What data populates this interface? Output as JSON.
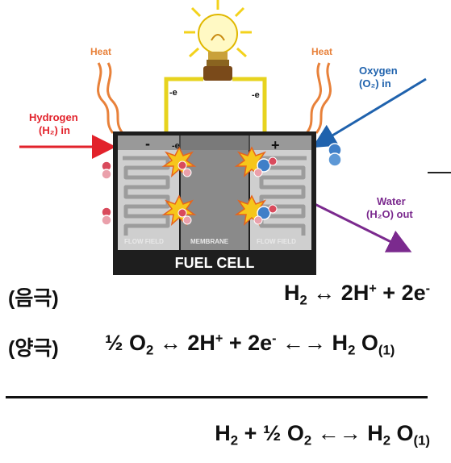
{
  "diagram": {
    "heat_left": "Heat",
    "heat_right": "Heat",
    "hydrogen_line1": "Hydrogen",
    "hydrogen_line2": "(H₂) in",
    "oxygen_line1": "Oxygen",
    "oxygen_line2": "(O₂) in",
    "water_line1": "Water",
    "water_line2": "(H₂O) out",
    "minus_sign": "-",
    "plus_sign": "+",
    "electron_left": "-e",
    "electron_right": "-e",
    "electron_cell": "-e",
    "flow_field_left": "FLOW FIELD",
    "membrane": "MEMBRANE",
    "flow_field_right": "FLOW FIELD",
    "cell_title": "FUEL CELL"
  },
  "equations": {
    "anode_label": "(음극)",
    "cathode_label": "(양극)",
    "anode": {
      "h": "H",
      "sub2": "2",
      "arrow": " ↔ 2H",
      "plus_sup": "+",
      "rest": " + 2e",
      "minus_sup": "-"
    },
    "cathode": {
      "half": "½ O",
      "sub2": "2",
      "arrow": " ↔ 2H",
      "plus_sup": "+",
      "rest": " + 2e",
      "minus_sup": "-",
      "tail": " ←→ H",
      "sub2b": "2",
      "o": " O",
      "phase": "(1)"
    },
    "total": {
      "h": "H",
      "sub2": "2",
      "mid": " + ½ O",
      "sub2b": "2",
      "tail": " ←→ H",
      "sub2c": "2",
      "o": " O",
      "phase": "(1)"
    }
  },
  "colors": {
    "heat": "#e8813a",
    "hydrogen": "#e2222b",
    "oxygen": "#1f62ad",
    "water": "#7b2a8e",
    "wire": "#e7d31e"
  }
}
